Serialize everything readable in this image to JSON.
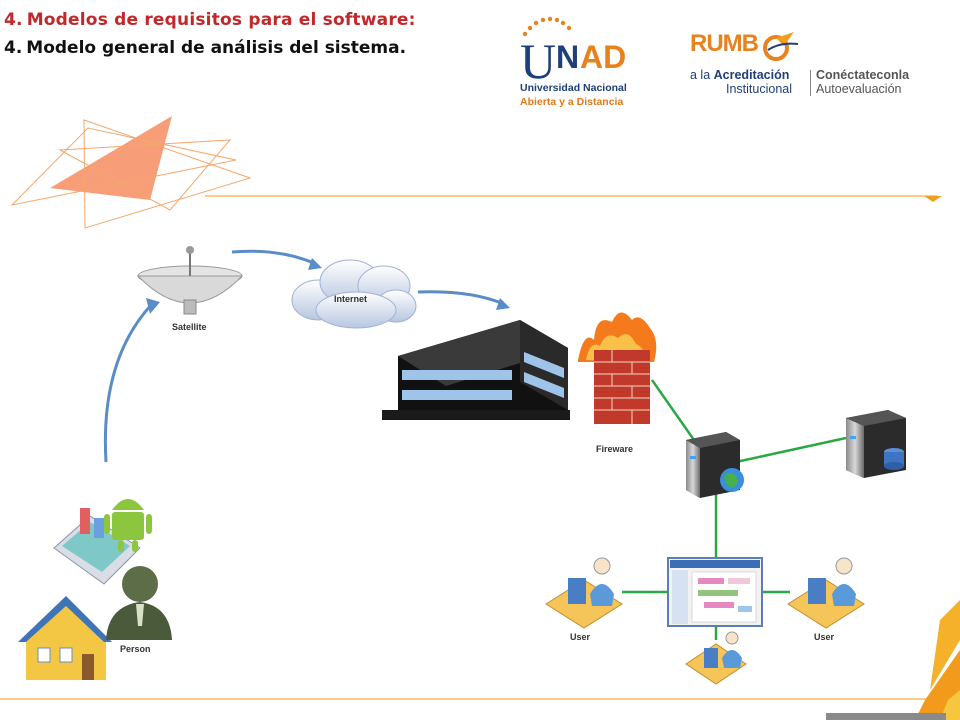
{
  "header": {
    "line1_number": "4.",
    "line1_text": "Modelos de requisitos para el software:",
    "line2_number": "4.",
    "line2_text": "Modelo general de análisis del sistema."
  },
  "logos": {
    "unad_mark": "UNAD",
    "unad_line1": "Universidad Nacional",
    "unad_line2": "Abierta y a Distancia",
    "rumbo_word": "RUMB",
    "rumbo_line1_prefix": "a la",
    "rumbo_line1_bold": "Acreditación",
    "rumbo_line2": "Institucional",
    "rumbo_side1": "Conéctateconla",
    "rumbo_side2": "Autoevaluación"
  },
  "diagram": {
    "satellite": "Satellite",
    "internet": "Internet",
    "fireware": "Fireware",
    "person": "Person",
    "user_left": "User",
    "user_right": "User"
  },
  "colors": {
    "title_red": "#c0282a",
    "accent_orange": "#f0a030",
    "network_green": "#2aa845",
    "arrow_blue": "#5a8cc8"
  }
}
